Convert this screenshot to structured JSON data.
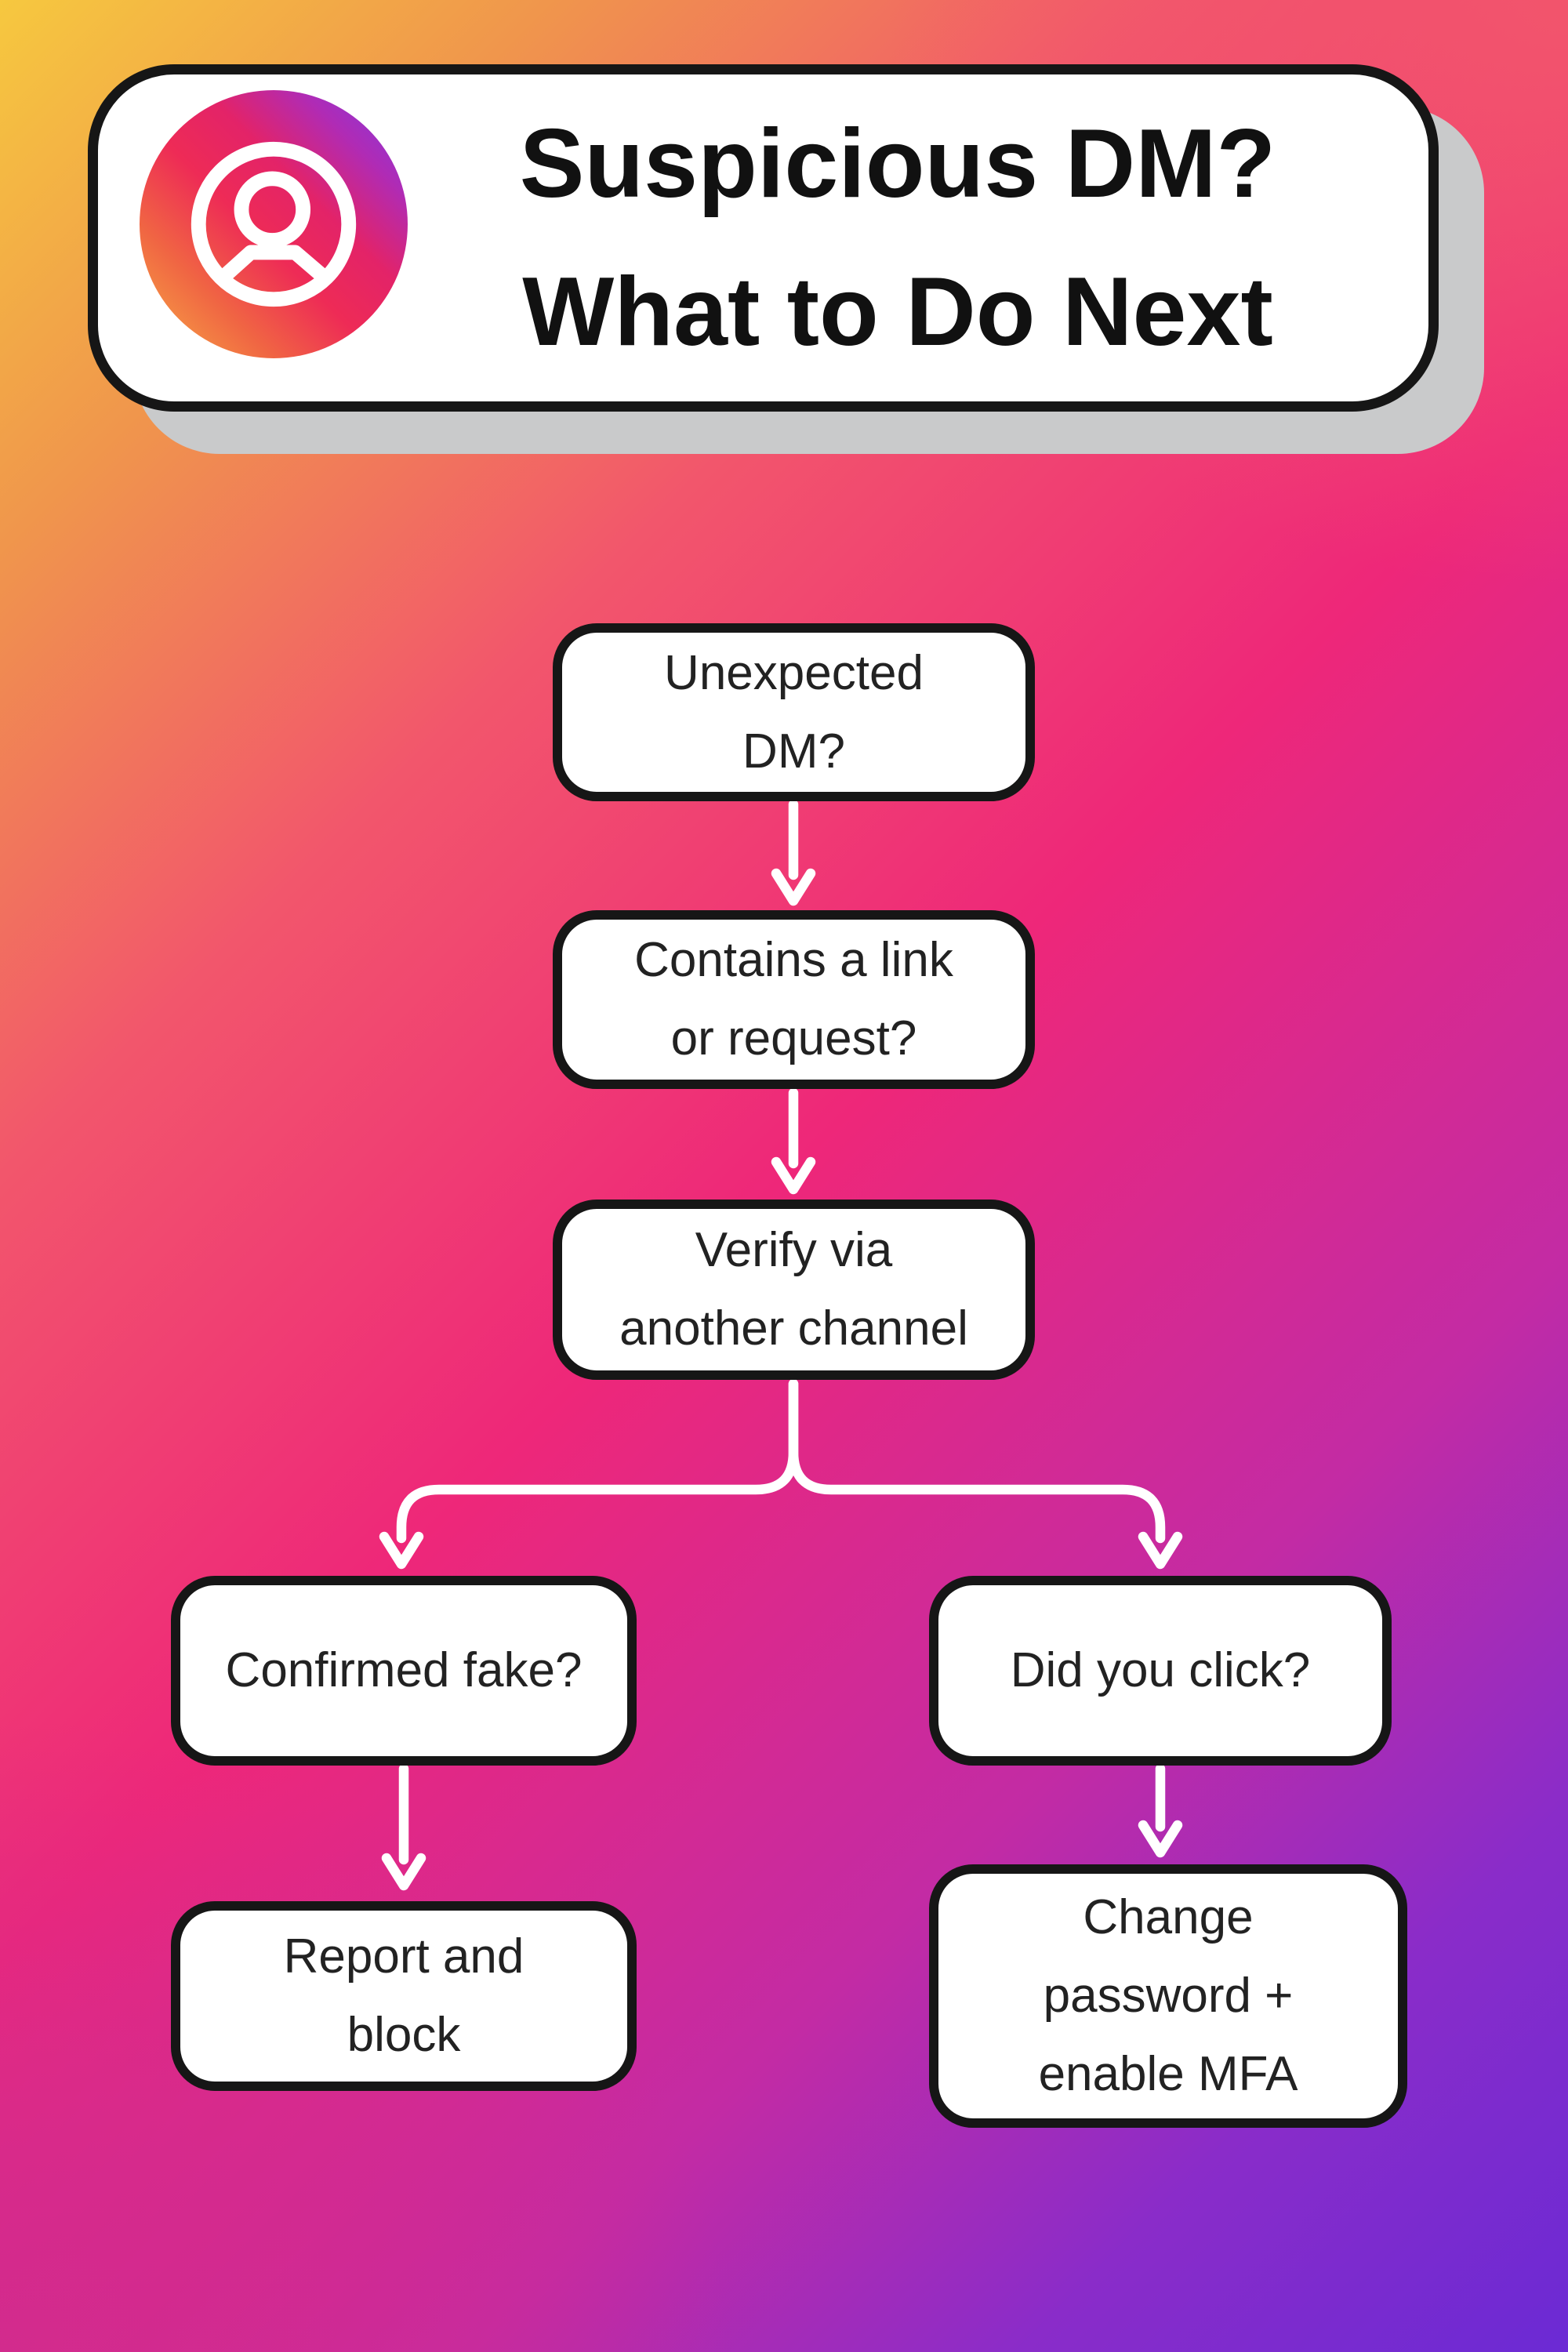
{
  "header": {
    "logo_icon": "instagram-avatar-icon",
    "title_lines": [
      "Suspicious DM?",
      "What to Do Next"
    ]
  },
  "flowchart": {
    "nodes": [
      {
        "id": "unexpected-dm",
        "lines": [
          "Unexpected",
          "DM?"
        ]
      },
      {
        "id": "contains-link",
        "lines": [
          "Contains a link",
          "or request?"
        ]
      },
      {
        "id": "verify-channel",
        "lines": [
          "Verify via",
          "another channel"
        ]
      },
      {
        "id": "confirmed-fake",
        "lines": [
          "Confirmed fake?"
        ]
      },
      {
        "id": "did-you-click",
        "lines": [
          "Did you click?"
        ]
      },
      {
        "id": "report-block",
        "lines": [
          "Report and",
          "block"
        ]
      },
      {
        "id": "change-password",
        "lines": [
          "Change",
          "password +",
          "enable MFA"
        ]
      }
    ],
    "edges": [
      {
        "from": "unexpected-dm",
        "to": "contains-link"
      },
      {
        "from": "contains-link",
        "to": "verify-channel"
      },
      {
        "from": "verify-channel",
        "to": "confirmed-fake"
      },
      {
        "from": "verify-channel",
        "to": "did-you-click"
      },
      {
        "from": "confirmed-fake",
        "to": "report-block"
      },
      {
        "from": "did-you-click",
        "to": "change-password"
      }
    ]
  },
  "colors": {
    "background_top_left": "#F6C83F",
    "background_top_right": "#F2566C",
    "background_center": "#EE2779",
    "background_bottom_left": "#D32B8D",
    "background_bottom_right": "#6B2AD4",
    "card_fill": "#FFFFFF",
    "card_border": "#161616",
    "card_shadow": "#C9CACB",
    "node_fill": "#FFFFFF",
    "node_border": "#161616",
    "node_text": "#222222",
    "title_text": "#111111",
    "arrow": "#FFFFFF",
    "logo_gradient": [
      "#F8B044",
      "#F06543",
      "#EE2B56",
      "#B02BB5",
      "#7B3BE8"
    ]
  }
}
